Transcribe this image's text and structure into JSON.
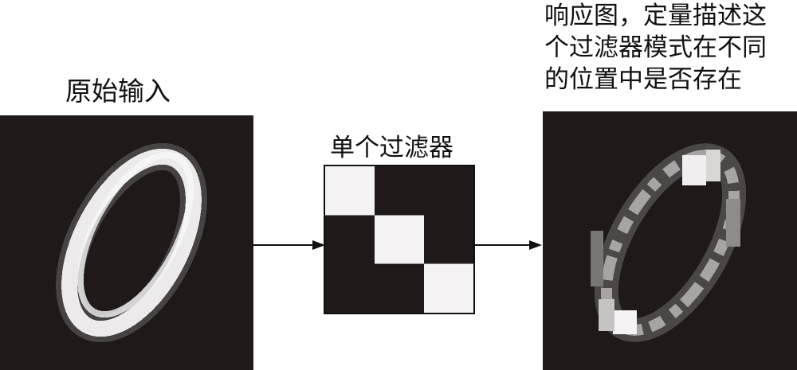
{
  "labels": {
    "input": "原始输入",
    "filter": "单个过滤器",
    "response_lines": [
      "响应图，定量描述这",
      "个过滤器模式在不同",
      "的位置中是否存在"
    ]
  },
  "colors": {
    "panel_bg": "#1f1919",
    "bright": "#f4f2f2",
    "arrow": "#111111"
  },
  "filter_pattern": [
    [
      1,
      0,
      0
    ],
    [
      0,
      1,
      0
    ],
    [
      0,
      0,
      1
    ]
  ]
}
